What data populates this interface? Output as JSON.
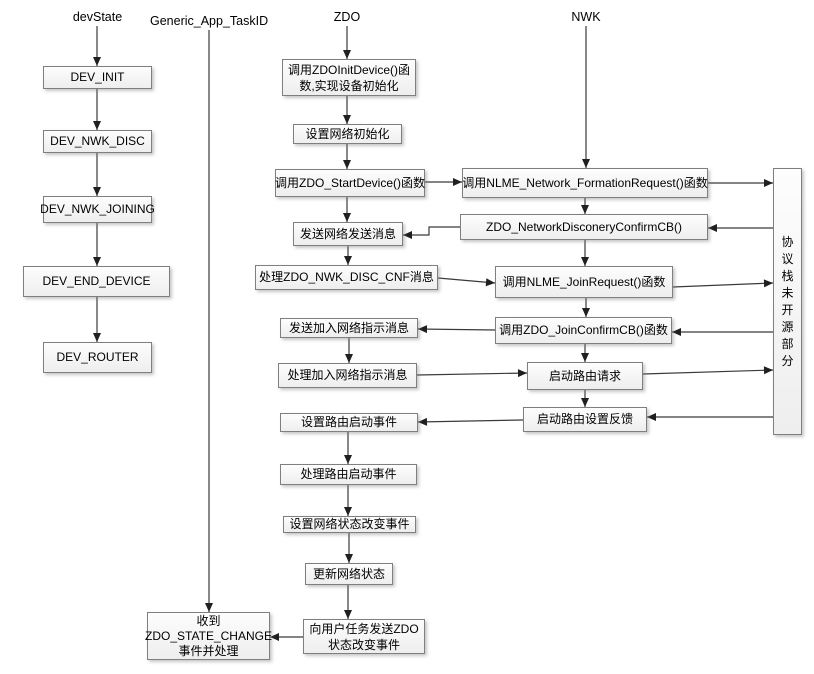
{
  "diagram": {
    "lane_labels": {
      "devstate": "devState",
      "taskid": "Generic_App_TaskID",
      "zdo": "ZDO",
      "nwk": "NWK"
    },
    "nodes": {
      "dev_init": "DEV_INIT",
      "dev_nwk_disc": "DEV_NWK_DISC",
      "dev_nwk_joining": "DEV_NWK_JOINING",
      "dev_end_device": "DEV_END_DEVICE",
      "dev_router": "DEV_ROUTER",
      "zdo_init_device": "调用ZDOInitDevice()函\n数,实现设备初始化",
      "set_net_init": "设置网络初始化",
      "zdo_start_device": "调用ZDO_StartDevice()函数",
      "send_net_msg": "发送网络发送消息",
      "handle_nwk_disc_cnf": "处理ZDO_NWK_DISC_CNF消息",
      "send_join_ind": "发送加入网络指示消息",
      "handle_join_ind": "处理加入网络指示消息",
      "set_route_start_event": "设置路由启动事件",
      "handle_route_start_event": "处理路由启动事件",
      "set_net_state_change_event": "设置网络状态改变事件",
      "update_net_state": "更新网络状态",
      "send_zdo_state_change": "向用户任务发送ZDO\n状态改变事件",
      "recv_zdo_state_change": "收到\nZDO_STATE_CHANGE\n事件并处理",
      "nlme_formation_request": "调用NLME_Network_FormationRequest()函数",
      "zdo_network_discovery_confirm": "ZDO_NetworkDisconeryConfirmCB()",
      "nlme_join_request": "调用NLME_JoinRequest()函数",
      "zdo_join_confirm": "调用ZDO_JoinConfirmCB()函数",
      "start_route_request": "启动路由请求",
      "start_route_feedback": "启动路由设置反馈",
      "protocol_stack": "协\n议\n栈\n未\n开\n源\n部\n分"
    },
    "colors": {
      "background": "#ffffff",
      "text": "#000000",
      "box_border": "#7f7f7f",
      "box_fill_top": "#fdfdfd",
      "box_fill_bottom": "#eeeeee",
      "line": "#3a3a3a"
    }
  }
}
